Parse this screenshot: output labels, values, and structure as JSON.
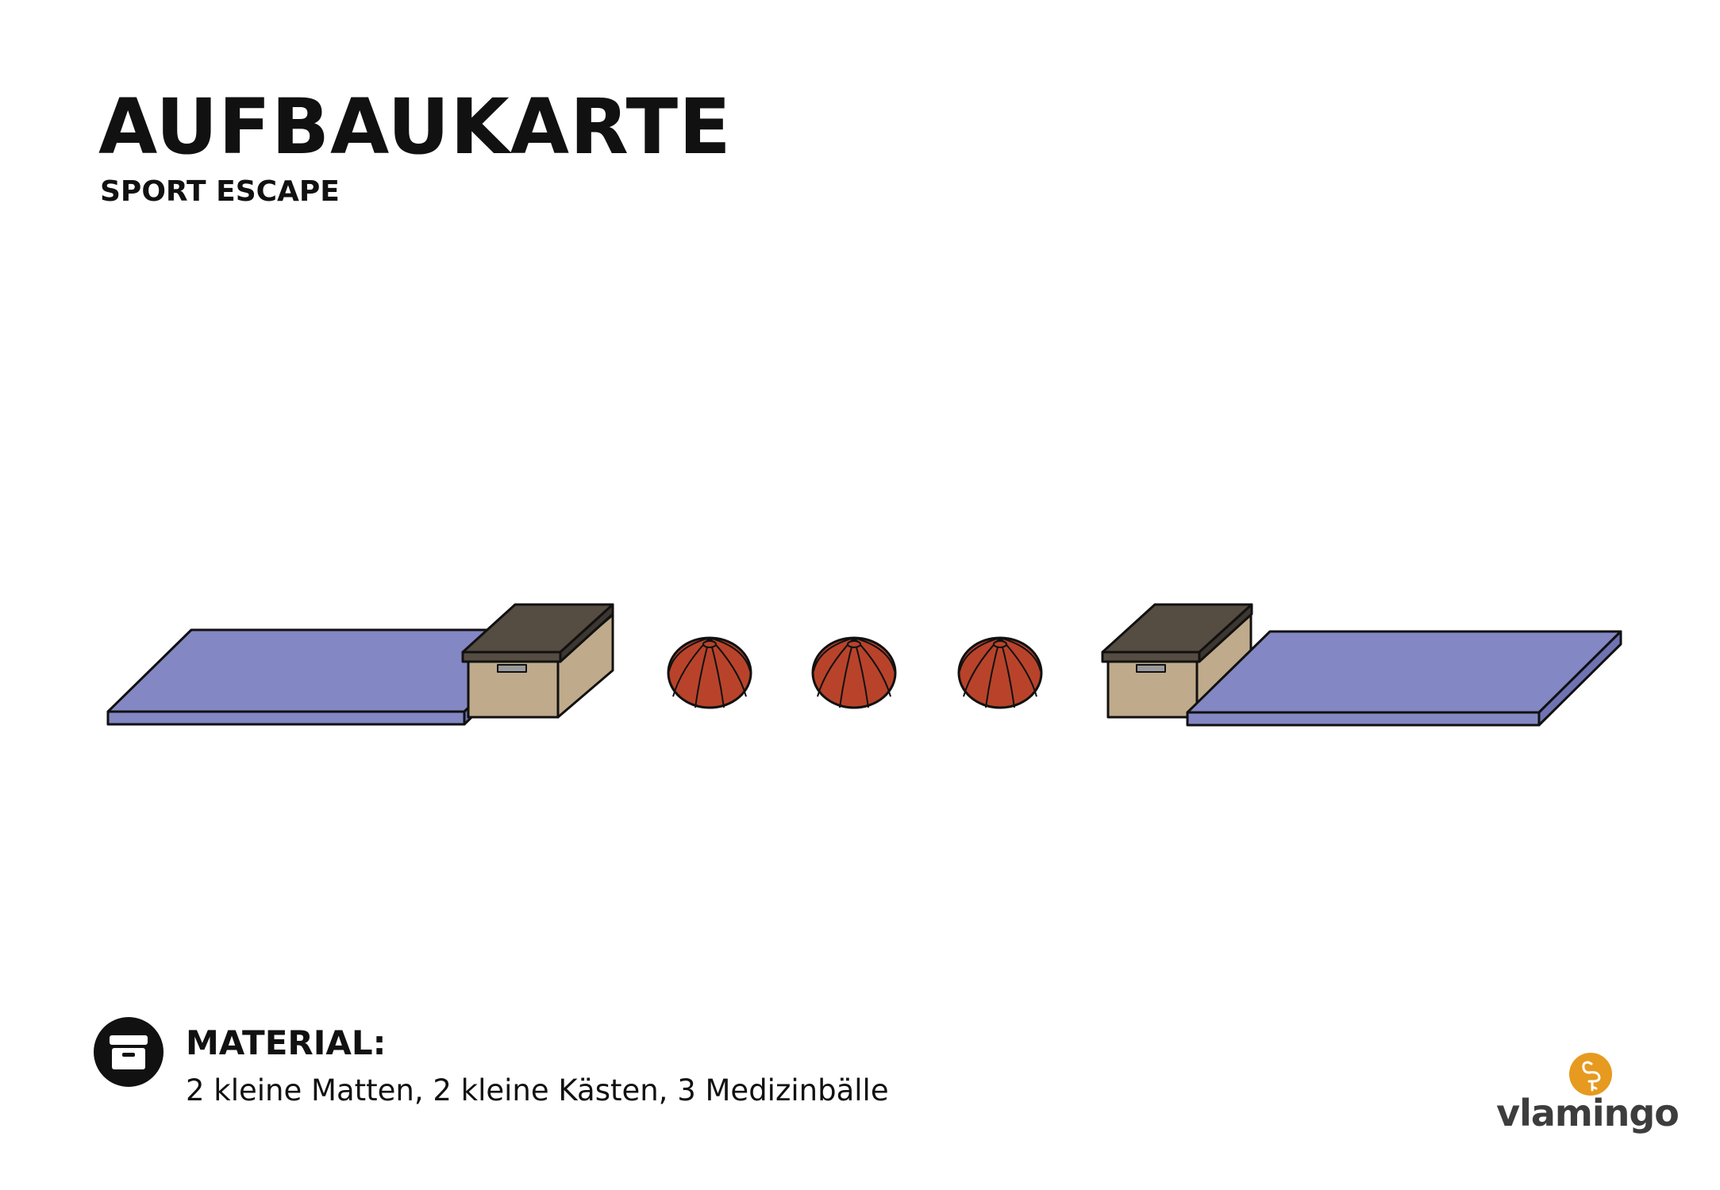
{
  "header": {
    "title": "AUFBAUKARTE",
    "subtitle": "SPORT ESCAPE"
  },
  "illustration": {
    "items": [
      {
        "kind": "kleine Matte",
        "icon": "mat-icon"
      },
      {
        "kind": "kleiner Kasten",
        "icon": "box-icon"
      },
      {
        "kind": "Medizinball",
        "icon": "medicine-ball-icon"
      },
      {
        "kind": "Medizinball",
        "icon": "medicine-ball-icon"
      },
      {
        "kind": "Medizinball",
        "icon": "medicine-ball-icon"
      },
      {
        "kind": "kleiner Kasten",
        "icon": "box-icon"
      },
      {
        "kind": "kleine Matte",
        "icon": "mat-icon"
      }
    ],
    "colors": {
      "mat": "#8387c3",
      "box_body": "#bfab8b",
      "box_lid": "#554c42",
      "ball": "#b8432a"
    }
  },
  "material": {
    "icon": "archive-box-icon",
    "label": "MATERIAL:",
    "list": "2 kleine Matten, 2 kleine Kästen, 3 Medizinbälle"
  },
  "logo": {
    "icon": "flamingo-icon",
    "wordmark": "vlamingo",
    "color": "#e69a1f"
  }
}
